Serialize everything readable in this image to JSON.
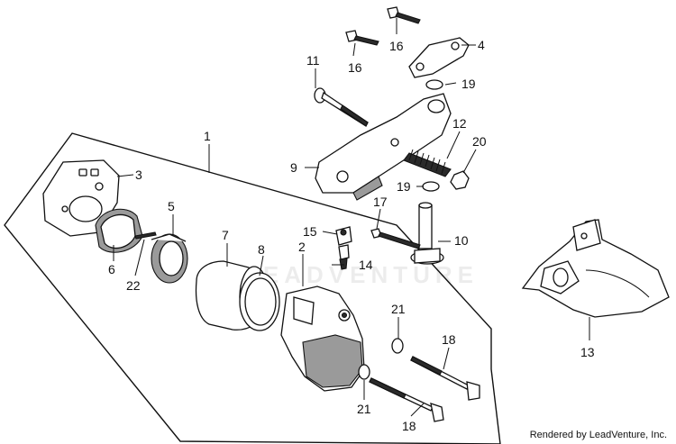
{
  "watermark": "LEADVENTURE",
  "credit": "Rendered by LeadVenture, Inc.",
  "callouts": {
    "c1": "1",
    "c2": "2",
    "c3": "3",
    "c4": "4",
    "c5": "5",
    "c6": "6",
    "c7": "7",
    "c8": "8",
    "c9": "9",
    "c10": "10",
    "c11": "11",
    "c12": "12",
    "c13": "13",
    "c14": "14",
    "c15": "15",
    "c16a": "16",
    "c16b": "16",
    "c17": "17",
    "c18a": "18",
    "c18b": "18",
    "c19a": "19",
    "c19b": "19",
    "c20": "20",
    "c21a": "21",
    "c21b": "21",
    "c22": "22"
  }
}
